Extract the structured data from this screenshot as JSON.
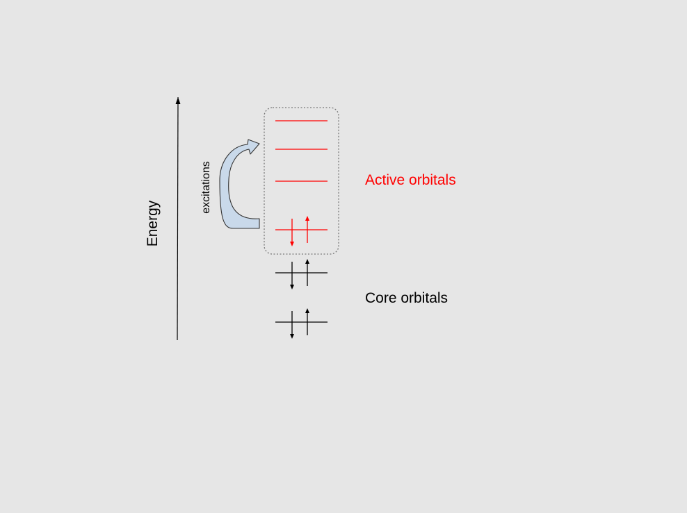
{
  "labels": {
    "energy": "Energy",
    "excitations": "excitations",
    "active": "Active orbitals",
    "core": "Core orbitals"
  },
  "colors": {
    "background": "#e6e6e6",
    "active": "#ff0000",
    "core": "#000000",
    "arrow_fill": "#c9d9ea",
    "arrow_stroke": "#333333",
    "box_border": "#777777"
  },
  "orbitals": {
    "active_levels": [
      {
        "electrons": []
      },
      {
        "electrons": []
      },
      {
        "electrons": []
      },
      {
        "electrons": [
          "down",
          "up"
        ]
      }
    ],
    "core_levels": [
      {
        "electrons": [
          "down",
          "up"
        ]
      },
      {
        "electrons": [
          "down",
          "up"
        ]
      }
    ]
  }
}
